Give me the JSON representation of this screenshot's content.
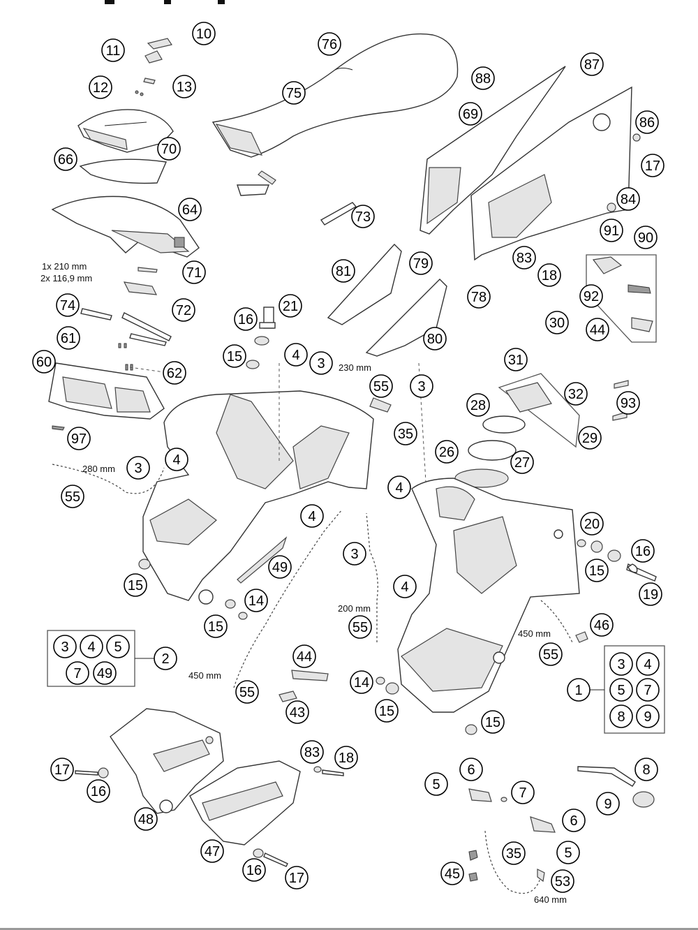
{
  "callouts": [
    {
      "id": "c10",
      "label": "10"
    },
    {
      "id": "c11",
      "label": "11"
    },
    {
      "id": "c12",
      "label": "12"
    },
    {
      "id": "c13",
      "label": "13"
    },
    {
      "id": "c70",
      "label": "70"
    },
    {
      "id": "c66",
      "label": "66"
    },
    {
      "id": "c64",
      "label": "64"
    },
    {
      "id": "c71",
      "label": "71"
    },
    {
      "id": "c72",
      "label": "72"
    },
    {
      "id": "c74",
      "label": "74"
    },
    {
      "id": "c61",
      "label": "61"
    },
    {
      "id": "c62",
      "label": "62"
    },
    {
      "id": "c60",
      "label": "60"
    },
    {
      "id": "c97",
      "label": "97"
    },
    {
      "id": "c3a",
      "label": "3"
    },
    {
      "id": "c4a",
      "label": "4"
    },
    {
      "id": "c55a",
      "label": "55"
    },
    {
      "id": "c76",
      "label": "76"
    },
    {
      "id": "c75",
      "label": "75"
    },
    {
      "id": "c73",
      "label": "73"
    },
    {
      "id": "c88",
      "label": "88"
    },
    {
      "id": "c69",
      "label": "69"
    },
    {
      "id": "c87",
      "label": "87"
    },
    {
      "id": "c86",
      "label": "86"
    },
    {
      "id": "c17a",
      "label": "17"
    },
    {
      "id": "c84",
      "label": "84"
    },
    {
      "id": "c83a",
      "label": "83"
    },
    {
      "id": "c18a",
      "label": "18"
    },
    {
      "id": "c91",
      "label": "91"
    },
    {
      "id": "c90",
      "label": "90"
    },
    {
      "id": "c92",
      "label": "92"
    },
    {
      "id": "c44a",
      "label": "44"
    },
    {
      "id": "c81",
      "label": "81"
    },
    {
      "id": "c79",
      "label": "79"
    },
    {
      "id": "c78",
      "label": "78"
    },
    {
      "id": "c80",
      "label": "80"
    },
    {
      "id": "c21",
      "label": "21"
    },
    {
      "id": "c16a",
      "label": "16"
    },
    {
      "id": "c15a",
      "label": "15"
    },
    {
      "id": "c4b",
      "label": "4"
    },
    {
      "id": "c3b",
      "label": "3"
    },
    {
      "id": "c55b",
      "label": "55"
    },
    {
      "id": "c3c",
      "label": "3"
    },
    {
      "id": "c35a",
      "label": "35"
    },
    {
      "id": "c30",
      "label": "30"
    },
    {
      "id": "c31",
      "label": "31"
    },
    {
      "id": "c32",
      "label": "32"
    },
    {
      "id": "c93",
      "label": "93"
    },
    {
      "id": "c28",
      "label": "28"
    },
    {
      "id": "c29",
      "label": "29"
    },
    {
      "id": "c26",
      "label": "26"
    },
    {
      "id": "c27",
      "label": "27"
    },
    {
      "id": "c4c",
      "label": "4"
    },
    {
      "id": "c4d",
      "label": "4"
    },
    {
      "id": "c3d",
      "label": "3"
    },
    {
      "id": "c4e",
      "label": "4"
    },
    {
      "id": "c20",
      "label": "20"
    },
    {
      "id": "c16b",
      "label": "16"
    },
    {
      "id": "c15b",
      "label": "15"
    },
    {
      "id": "c19",
      "label": "19"
    },
    {
      "id": "c15c",
      "label": "15"
    },
    {
      "id": "c49a",
      "label": "49"
    },
    {
      "id": "c14a",
      "label": "14"
    },
    {
      "id": "c15d",
      "label": "15"
    },
    {
      "id": "c55c",
      "label": "55"
    },
    {
      "id": "c46",
      "label": "46"
    },
    {
      "id": "c55d",
      "label": "55"
    },
    {
      "id": "c3e",
      "label": "3"
    },
    {
      "id": "c4f",
      "label": "4"
    },
    {
      "id": "c5a",
      "label": "5"
    },
    {
      "id": "c7a",
      "label": "7"
    },
    {
      "id": "c49b",
      "label": "49"
    },
    {
      "id": "c2",
      "label": "2"
    },
    {
      "id": "c44b",
      "label": "44"
    },
    {
      "id": "c55e",
      "label": "55"
    },
    {
      "id": "c43",
      "label": "43"
    },
    {
      "id": "c14b",
      "label": "14"
    },
    {
      "id": "c15e",
      "label": "15"
    },
    {
      "id": "c1",
      "label": "1"
    },
    {
      "id": "c3f",
      "label": "3"
    },
    {
      "id": "c4g",
      "label": "4"
    },
    {
      "id": "c5b",
      "label": "5"
    },
    {
      "id": "c7b",
      "label": "7"
    },
    {
      "id": "c8a",
      "label": "8"
    },
    {
      "id": "c9a",
      "label": "9"
    },
    {
      "id": "c15f",
      "label": "15"
    },
    {
      "id": "c17b",
      "label": "17"
    },
    {
      "id": "c16c",
      "label": "16"
    },
    {
      "id": "c48",
      "label": "48"
    },
    {
      "id": "c83b",
      "label": "83"
    },
    {
      "id": "c18b",
      "label": "18"
    },
    {
      "id": "c47",
      "label": "47"
    },
    {
      "id": "c16d",
      "label": "16"
    },
    {
      "id": "c17c",
      "label": "17"
    },
    {
      "id": "c5c",
      "label": "5"
    },
    {
      "id": "c6a",
      "label": "6"
    },
    {
      "id": "c7c",
      "label": "7"
    },
    {
      "id": "c8b",
      "label": "8"
    },
    {
      "id": "c9b",
      "label": "9"
    },
    {
      "id": "c6b",
      "label": "6"
    },
    {
      "id": "c5d",
      "label": "5"
    },
    {
      "id": "c35b",
      "label": "35"
    },
    {
      "id": "c45",
      "label": "45"
    },
    {
      "id": "c53",
      "label": "53"
    }
  ],
  "measurements": {
    "m1": "1x 210 mm",
    "m2": "2x 116,9 mm",
    "m230": "230 mm",
    "m280": "280 mm",
    "m200": "200 mm",
    "m450a": "450 mm",
    "m450b": "450 mm",
    "m640": "640 mm"
  }
}
